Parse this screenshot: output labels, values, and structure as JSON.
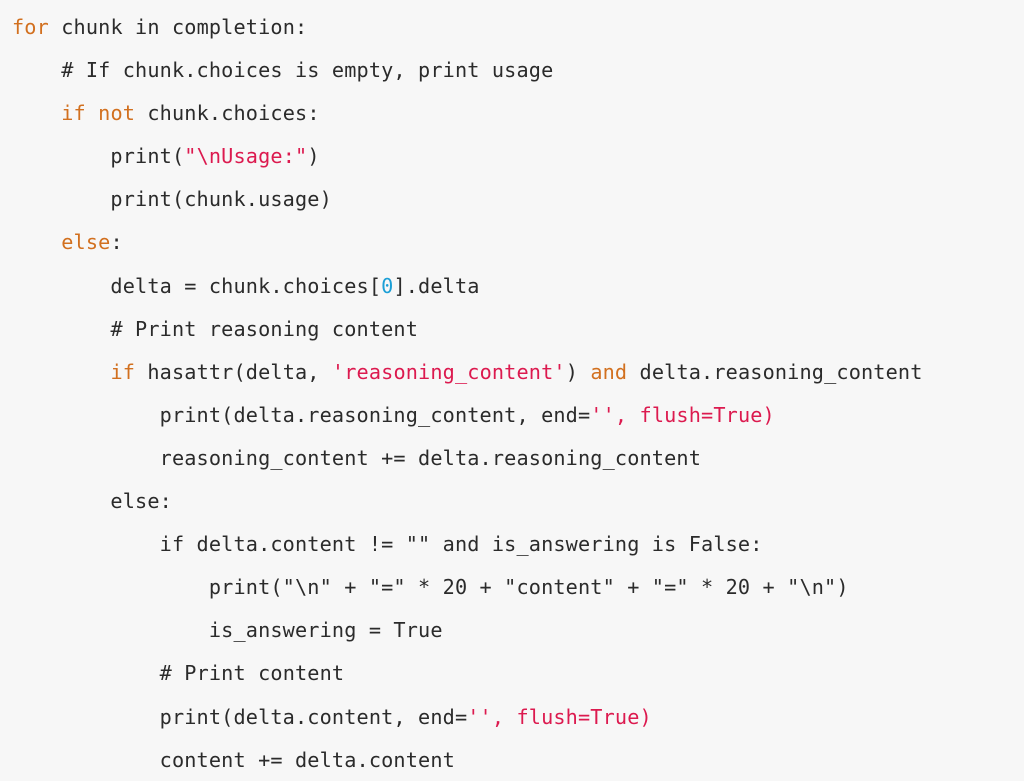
{
  "colors": {
    "background": "#f7f7f7",
    "text": "#2b2b2b",
    "keyword": "#d2701f",
    "string": "#dc1a4f",
    "number": "#1b9fd6"
  },
  "code": {
    "lines": [
      [
        {
          "t": "keyword",
          "v": "for"
        },
        {
          "t": "plain",
          "v": " chunk in completion:"
        }
      ],
      [
        {
          "t": "plain",
          "v": "    "
        },
        {
          "t": "comment",
          "v": "# If chunk.choices is empty, print usage"
        }
      ],
      [
        {
          "t": "plain",
          "v": "    "
        },
        {
          "t": "keyword",
          "v": "if"
        },
        {
          "t": "plain",
          "v": " "
        },
        {
          "t": "keyword",
          "v": "not"
        },
        {
          "t": "plain",
          "v": " chunk.choices:"
        }
      ],
      [
        {
          "t": "plain",
          "v": "        print("
        },
        {
          "t": "string",
          "v": "\"\\nUsage:\""
        },
        {
          "t": "plain",
          "v": ")"
        }
      ],
      [
        {
          "t": "plain",
          "v": "        print(chunk.usage)"
        }
      ],
      [
        {
          "t": "plain",
          "v": "    "
        },
        {
          "t": "keyword",
          "v": "else"
        },
        {
          "t": "plain",
          "v": ":"
        }
      ],
      [
        {
          "t": "plain",
          "v": "        delta = chunk.choices["
        },
        {
          "t": "number",
          "v": "0"
        },
        {
          "t": "plain",
          "v": "].delta"
        }
      ],
      [
        {
          "t": "plain",
          "v": "        "
        },
        {
          "t": "comment",
          "v": "# Print reasoning content"
        }
      ],
      [
        {
          "t": "plain",
          "v": "        "
        },
        {
          "t": "keyword",
          "v": "if"
        },
        {
          "t": "plain",
          "v": " hasattr(delta, "
        },
        {
          "t": "string",
          "v": "'reasoning_content'"
        },
        {
          "t": "plain",
          "v": ") "
        },
        {
          "t": "keyword",
          "v": "and"
        },
        {
          "t": "plain",
          "v": " delta.reasoning_content"
        }
      ],
      [
        {
          "t": "plain",
          "v": "            print(delta.reasoning_content, end="
        },
        {
          "t": "string",
          "v": "'', flush=True)"
        }
      ],
      [
        {
          "t": "plain",
          "v": "            reasoning_content += delta.reasoning_content"
        }
      ],
      [
        {
          "t": "plain",
          "v": "        else:"
        }
      ],
      [
        {
          "t": "plain",
          "v": "            if delta.content != \"\" and is_answering is False:"
        }
      ],
      [
        {
          "t": "plain",
          "v": "                print(\"\\n\" + \"=\" * 20 + \"content\" + \"=\" * 20 + \"\\n\")"
        }
      ],
      [
        {
          "t": "plain",
          "v": "                is_answering = True"
        }
      ],
      [
        {
          "t": "plain",
          "v": "            "
        },
        {
          "t": "comment",
          "v": "# Print content"
        }
      ],
      [
        {
          "t": "plain",
          "v": "            print(delta.content, end="
        },
        {
          "t": "string",
          "v": "'', flush=True)"
        }
      ],
      [
        {
          "t": "plain",
          "v": "            content += delta.content"
        }
      ]
    ]
  }
}
